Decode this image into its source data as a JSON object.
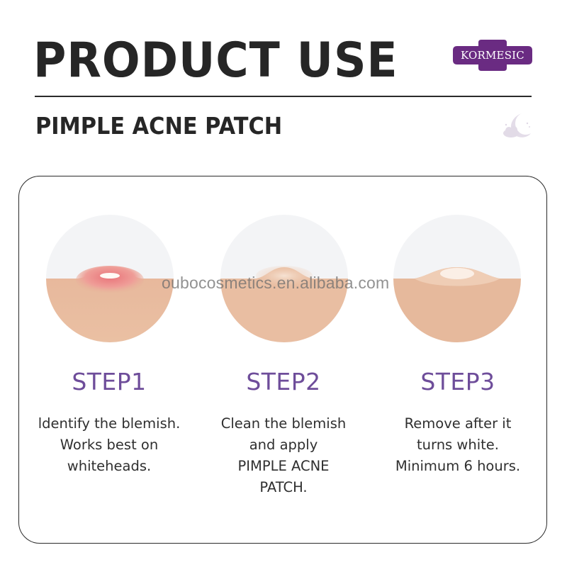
{
  "header": {
    "title": "PRODUCT USE",
    "subtitle": "PIMPLE ACNE PATCH",
    "brand_logo_text": "KORMESIC",
    "decor_icon": "moon-cloud-icon"
  },
  "colors": {
    "title": "#262626",
    "brand_purple": "#6a2b82",
    "step_title_purple": "#6e4d9a",
    "skin": "#e8bd9f",
    "card_border": "#2b2b2b"
  },
  "steps": [
    {
      "title": "STEP1",
      "illustration": "red-pimple-icon",
      "lines": [
        "ldentify the blemish.",
        "Works best on",
        "whiteheads."
      ]
    },
    {
      "title": "STEP2",
      "illustration": "patch-applied-icon",
      "lines": [
        "Clean the blemish",
        "and apply",
        "PIMPLE ACNE",
        "PATCH."
      ]
    },
    {
      "title": "STEP3",
      "illustration": "white-patch-icon",
      "lines": [
        "Remove after it",
        "turns white.",
        "Minimum 6 hours."
      ]
    }
  ],
  "watermark": "oubocosmetics.en.alibaba.com"
}
